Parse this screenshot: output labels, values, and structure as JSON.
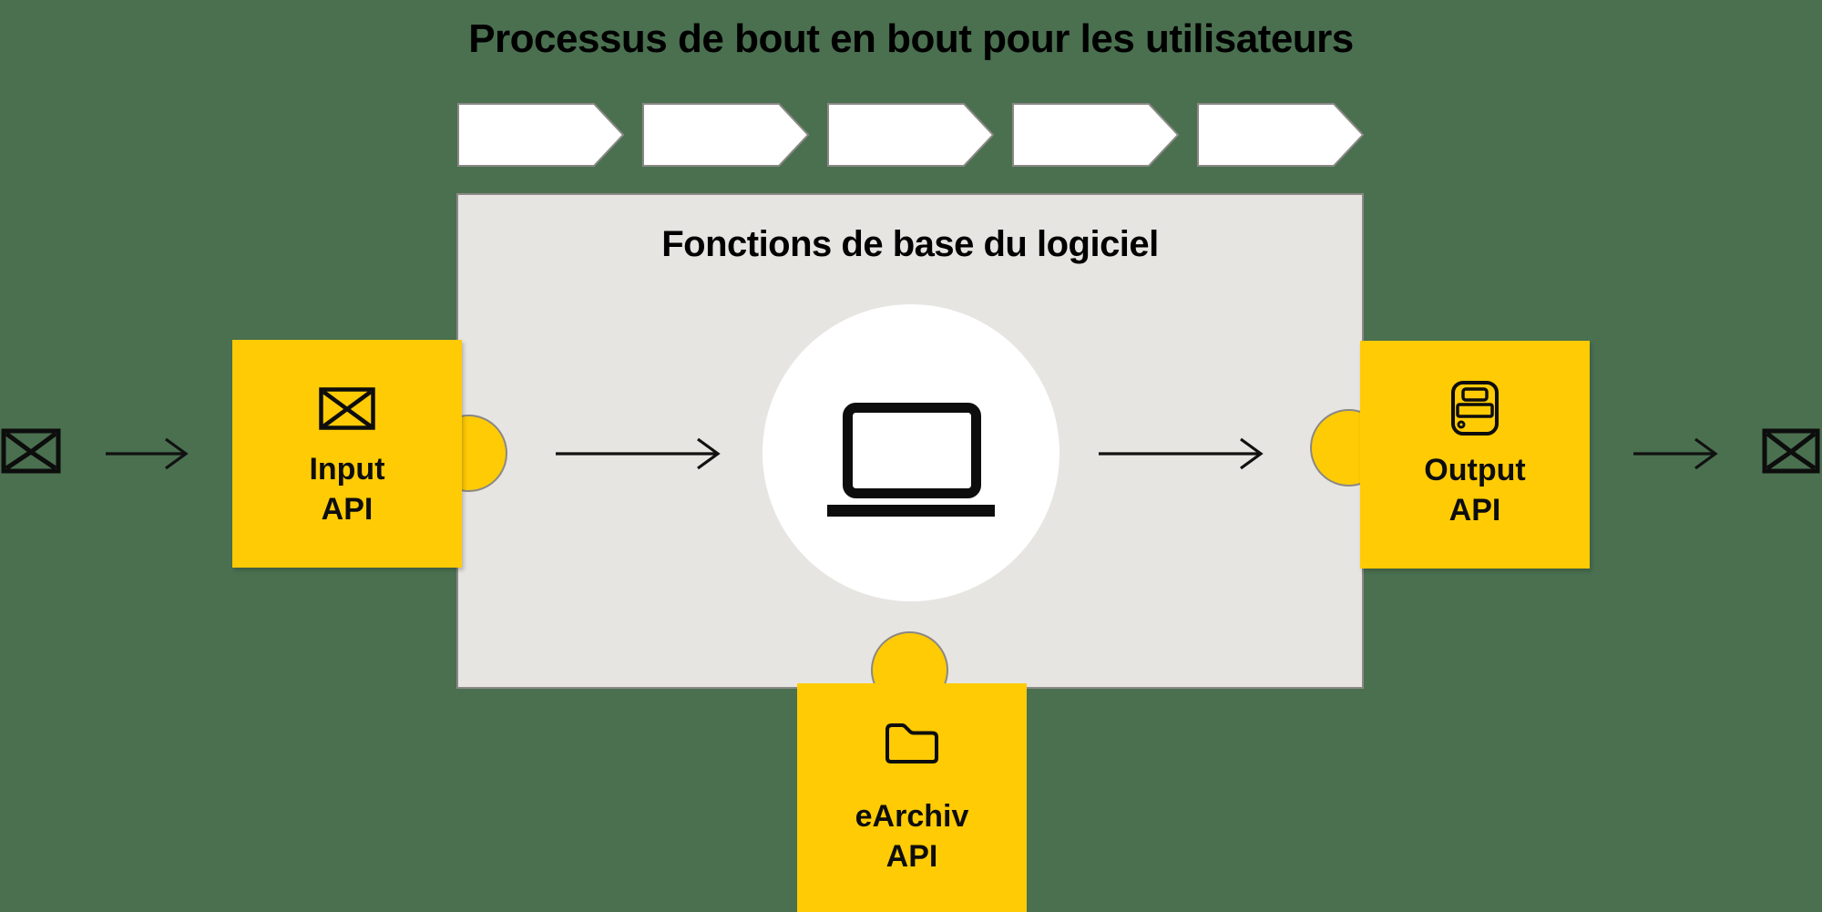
{
  "title": "Processus de bout en bout pour les utilisateurs",
  "panel": {
    "heading": "Fonctions de base du logiciel"
  },
  "process_chevrons": {
    "count": 5,
    "labels": [
      "",
      "",
      "",
      "",
      ""
    ]
  },
  "modules": {
    "input": {
      "line1": "Input",
      "line2": "API",
      "icon": "envelope-icon"
    },
    "output": {
      "line1": "Output",
      "line2": "API",
      "icon": "server-icon"
    },
    "earchiv": {
      "line1": "eArchiv",
      "line2": "API",
      "icon": "folder-icon"
    }
  },
  "flow": {
    "left_terminal_icon": "envelope-icon",
    "right_terminal_icon": "envelope-icon",
    "core_icon": "laptop-icon",
    "arrow_count": 4
  },
  "colors": {
    "background": "#4A7050",
    "module_yellow": "#FFCB05",
    "panel_gray": "#E7E5E2",
    "edge_gray": "#8A8884",
    "ink_black": "#0D0D0D",
    "white": "#FFFFFF"
  }
}
